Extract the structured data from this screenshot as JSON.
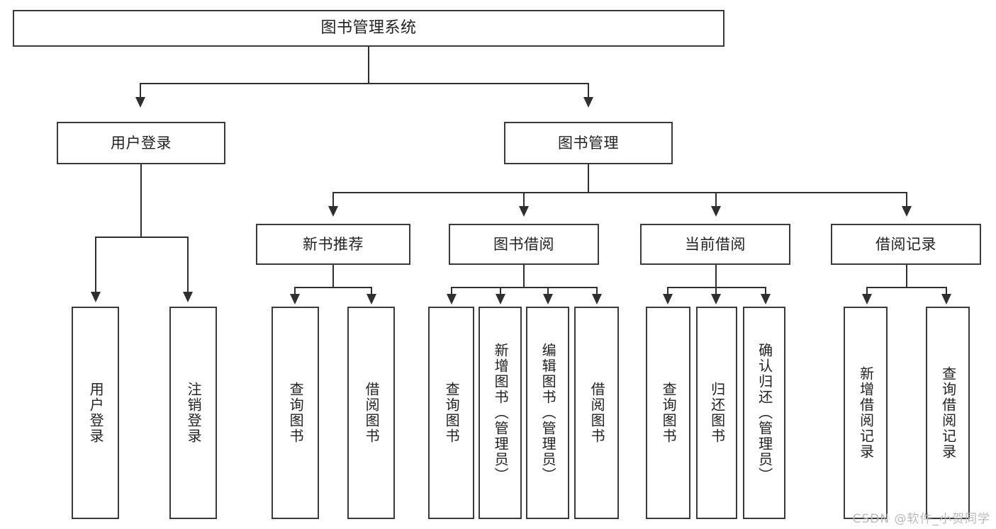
{
  "diagram": {
    "title": "图书管理系统",
    "type": "tree",
    "watermark": "CSDN @软件_小贺同学",
    "colors": {
      "background": "#ffffff",
      "border": "#3a3a3a",
      "connector": "#2f2f2f",
      "text": "#222222",
      "watermark": "#b9b9b9"
    },
    "root": {
      "label": "图书管理系统"
    },
    "level1": [
      {
        "label": "用户登录"
      },
      {
        "label": "图书管理"
      }
    ],
    "level2": [
      {
        "label": "新书推荐"
      },
      {
        "label": "图书借阅"
      },
      {
        "label": "当前借阅"
      },
      {
        "label": "借阅记录"
      }
    ],
    "leaves": {
      "user_login": [
        {
          "label": "用户登录"
        },
        {
          "label": "注销登录"
        }
      ],
      "new_book_recommend": [
        {
          "label": "查询图书"
        },
        {
          "label": "借阅图书"
        }
      ],
      "book_borrow": [
        {
          "label": "查询图书"
        },
        {
          "label": "新增图书（管理员）"
        },
        {
          "label": "编辑图书（管理员）"
        },
        {
          "label": "借阅图书"
        }
      ],
      "current_borrow": [
        {
          "label": "查询图书"
        },
        {
          "label": "归还图书"
        },
        {
          "label": "确认归还（管理员）"
        }
      ],
      "borrow_record": [
        {
          "label": "新增借阅记录"
        },
        {
          "label": "查询借阅记录"
        }
      ]
    }
  },
  "chart_data": {
    "type": "table",
    "title": "图书管理系统 功能结构图",
    "nodes": [
      "图书管理系统",
      "用户登录",
      "图书管理",
      "新书推荐",
      "图书借阅",
      "当前借阅",
      "借阅记录",
      "用户登录",
      "注销登录",
      "查询图书",
      "借阅图书",
      "查询图书",
      "新增图书（管理员）",
      "编辑图书（管理员）",
      "借阅图书",
      "查询图书",
      "归还图书",
      "确认归还（管理员）",
      "新增借阅记录",
      "查询借阅记录"
    ],
    "edges": [
      [
        "图书管理系统",
        "用户登录"
      ],
      [
        "图书管理系统",
        "图书管理"
      ],
      [
        "用户登录",
        "用户登录"
      ],
      [
        "用户登录",
        "注销登录"
      ],
      [
        "图书管理",
        "新书推荐"
      ],
      [
        "图书管理",
        "图书借阅"
      ],
      [
        "图书管理",
        "当前借阅"
      ],
      [
        "图书管理",
        "借阅记录"
      ],
      [
        "新书推荐",
        "查询图书"
      ],
      [
        "新书推荐",
        "借阅图书"
      ],
      [
        "图书借阅",
        "查询图书"
      ],
      [
        "图书借阅",
        "新增图书（管理员）"
      ],
      [
        "图书借阅",
        "编辑图书（管理员）"
      ],
      [
        "图书借阅",
        "借阅图书"
      ],
      [
        "当前借阅",
        "查询图书"
      ],
      [
        "当前借阅",
        "归还图书"
      ],
      [
        "当前借阅",
        "确认归还（管理员）"
      ],
      [
        "借阅记录",
        "新增借阅记录"
      ],
      [
        "借阅记录",
        "查询借阅记录"
      ]
    ]
  }
}
